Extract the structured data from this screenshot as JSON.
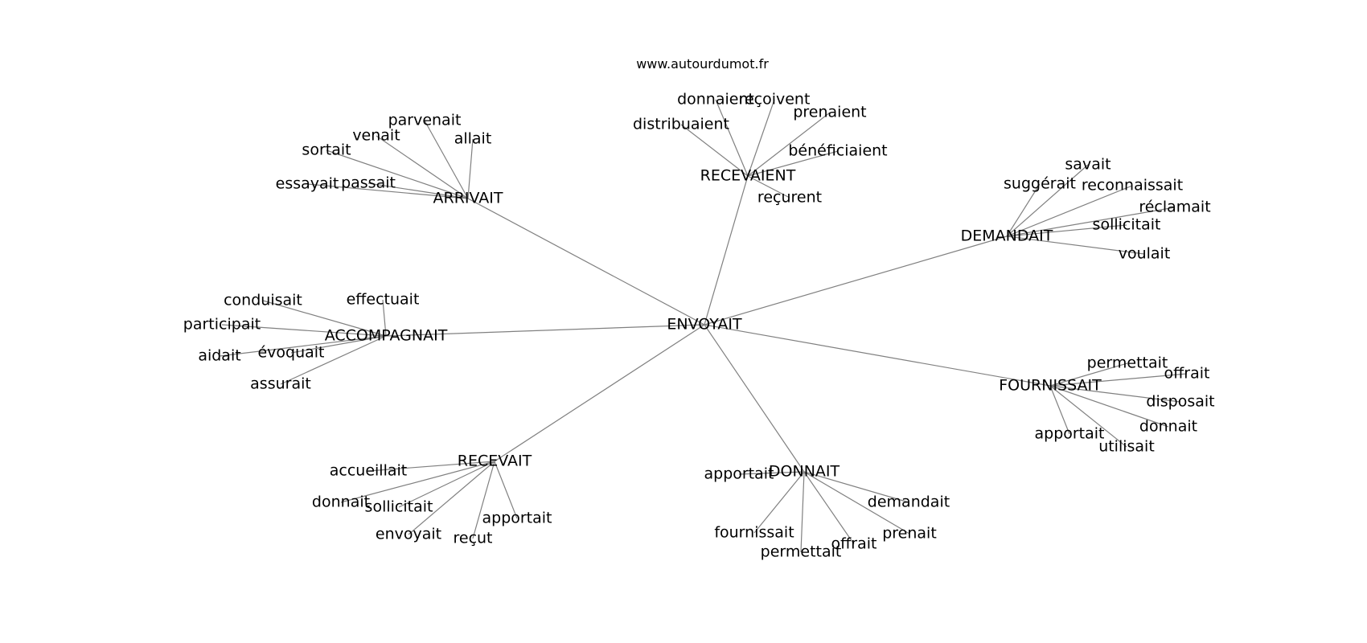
{
  "site": "www.autourdumot.fr",
  "graph": {
    "center": "ENVOYAIT",
    "hubs": [
      {
        "label": "ARRIVAIT",
        "words": [
          "sortait",
          "venait",
          "parvenait",
          "allait",
          "essayait",
          "passait"
        ]
      },
      {
        "label": "RECEVAIENT",
        "words": [
          "distribuaient",
          "donnaient",
          "reçoivent",
          "prenaient",
          "bénéficiaient",
          "reçurent"
        ]
      },
      {
        "label": "DEMANDAIT",
        "words": [
          "suggérait",
          "savait",
          "reconnaissait",
          "réclamait",
          "sollicitait",
          "voulait"
        ]
      },
      {
        "label": "ACCOMPAGNAIT",
        "words": [
          "conduisait",
          "effectuait",
          "participait",
          "aidait",
          "évoquait",
          "assurait"
        ]
      },
      {
        "label": "FOURNISSAIT",
        "words": [
          "permettait",
          "offrait",
          "disposait",
          "donnait",
          "apportait",
          "utilisait"
        ]
      },
      {
        "label": "RECEVAIT",
        "words": [
          "accueillait",
          "donnait",
          "sollicitait",
          "envoyait",
          "reçut",
          "apportait"
        ]
      },
      {
        "label": "DONNAIT",
        "words": [
          "apportait",
          "demandait",
          "fournissait",
          "permettait",
          "offrait",
          "prenait"
        ]
      }
    ]
  }
}
